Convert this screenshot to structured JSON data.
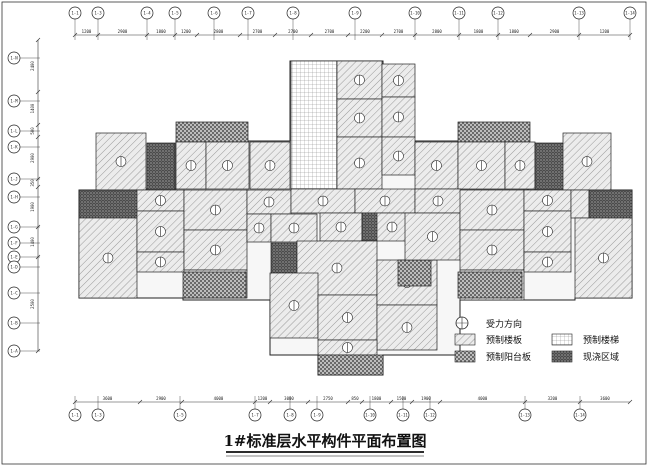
{
  "title": "1#标准层水平构件平面布置图",
  "legend": [
    {
      "key": "force_direction",
      "label": "受力方向"
    },
    {
      "key": "precast_slab",
      "label": "预制楼板"
    },
    {
      "key": "precast_balcony",
      "label": "预制阳台板"
    },
    {
      "key": "precast_stair",
      "label": "预制楼梯"
    },
    {
      "key": "cast_in_place",
      "label": "现浇区域"
    }
  ],
  "top_axes": [
    "1-1",
    "1-3",
    "1-4",
    "1-5",
    "1-6",
    "1-7",
    "1-8",
    "1-9",
    "1-10",
    "1-11",
    "1-12",
    "1-13",
    "1-14"
  ],
  "top_dims": [
    "1200",
    "2900",
    "1800",
    "1200",
    "2800",
    "2700",
    "2700",
    "2700",
    "2200",
    "2700",
    "2800",
    "1800",
    "1800",
    "2900",
    "1200"
  ],
  "bottom_axes": [
    "1-1",
    "1-3",
    "1-5",
    "1-7",
    "1-8",
    "1-9",
    "1-10",
    "1-11",
    "1-12",
    "1-13",
    "1-14"
  ],
  "bottom_dims": [
    "3600",
    "2900",
    "4000",
    "1200",
    "3000",
    "2750",
    "850",
    "1800",
    "1500",
    "1900",
    "4000",
    "3200",
    "3600"
  ],
  "left_axes": [
    "1-N",
    "1-M",
    "1-L",
    "1-K",
    "1-J",
    "1-H",
    "1-G",
    "1-F",
    "1-E",
    "1-D",
    "1-C",
    "1-B",
    "1-A"
  ],
  "left_dims": [
    "2400",
    "1400",
    "500",
    "2900",
    "350",
    "1900",
    "1400",
    "2500"
  ],
  "colors": {
    "line": "#222222",
    "slab_fill": "#e6e6e6",
    "hatch": "#6a6a6a",
    "balcony_fill": "#8a8a8a",
    "cast_fill": "#333333"
  }
}
